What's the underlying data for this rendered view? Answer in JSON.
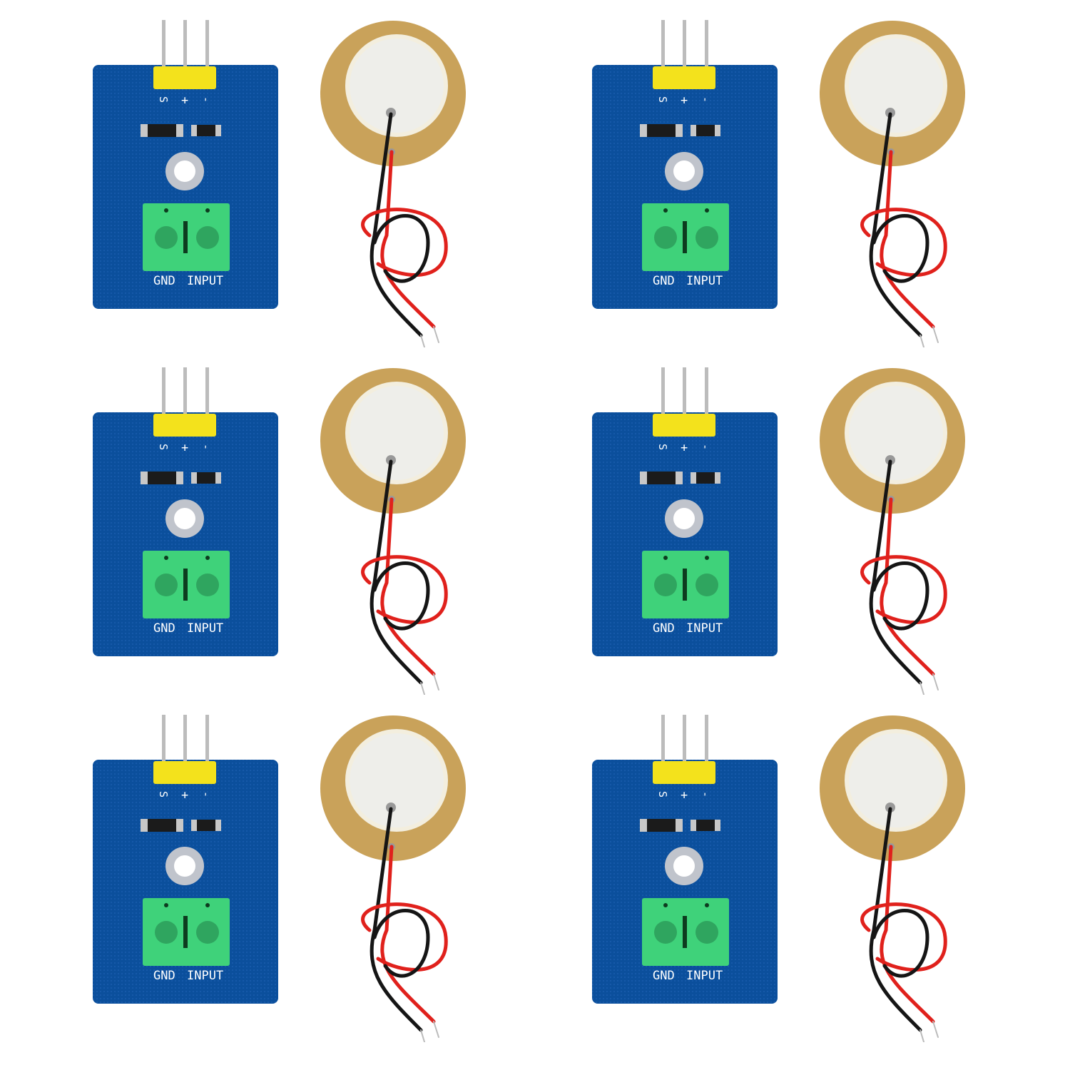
{
  "title": "",
  "units": [
    {
      "pin_labels": [
        "S",
        "+",
        "-"
      ],
      "terminal_labels": [
        "GND",
        "INPUT"
      ]
    },
    {
      "pin_labels": [
        "S",
        "+",
        "-"
      ],
      "terminal_labels": [
        "GND",
        "INPUT"
      ]
    },
    {
      "pin_labels": [
        "S",
        "+",
        "-"
      ],
      "terminal_labels": [
        "GND",
        "INPUT"
      ]
    },
    {
      "pin_labels": [
        "S",
        "+",
        "-"
      ],
      "terminal_labels": [
        "GND",
        "INPUT"
      ]
    },
    {
      "pin_labels": [
        "S",
        "+",
        "-"
      ],
      "terminal_labels": [
        "GND",
        "INPUT"
      ]
    },
    {
      "pin_labels": [
        "S",
        "+",
        "-"
      ],
      "terminal_labels": [
        "GND",
        "INPUT"
      ]
    }
  ],
  "colors": {
    "pcb": "#0b4f9c",
    "header": "#f3e21c",
    "terminal": "#3fd27a",
    "disc_brass": "#c9a25a",
    "disc_ceramic": "#eeeeea",
    "wire_red": "#e0211c",
    "wire_black": "#151515"
  }
}
